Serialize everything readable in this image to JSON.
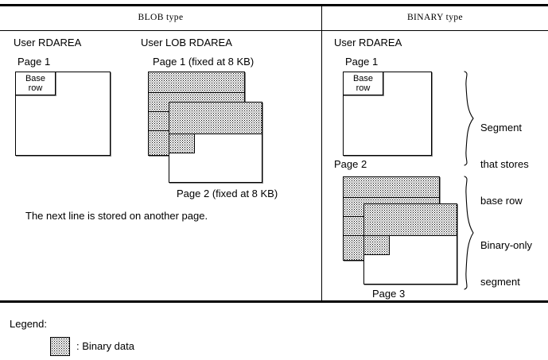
{
  "figure": {
    "columns": [
      {
        "id": "blob",
        "title": "BLOB type"
      },
      {
        "id": "binary",
        "title": "BINARY type"
      }
    ],
    "blob_column": {
      "areas": [
        {
          "id": "user-rdarea",
          "heading": "User RDAREA"
        },
        {
          "id": "user-lob-rdarea",
          "heading": "User LOB RDAREA"
        }
      ],
      "user_rdarea": {
        "page_label": "Page 1",
        "inner_box_label": "Base\nrow",
        "inner_box_line1": "Base",
        "inner_box_line2": "row"
      },
      "lob_rdarea": {
        "page1_label": "Page 1 (fixed at 8 KB)",
        "page2_label": "Page 2 (fixed at 8 KB)"
      },
      "note": "The next line is stored on another page."
    },
    "binary_column": {
      "area_heading": "User RDAREA",
      "page1_label": "Page 1",
      "page2_label": "Page 2",
      "page3_label": "Page 3",
      "base_row_line1": "Base",
      "base_row_line2": "row",
      "brace_top_label_line1": "Segment",
      "brace_top_label_line2": "that stores",
      "brace_top_label_line3": "base row",
      "brace_bottom_label_line1": "Binary-only",
      "brace_bottom_label_line2": "segment"
    },
    "legend": {
      "title": "Legend:",
      "entries": [
        {
          "swatch": "binary-data-pattern",
          "label": ": Binary data"
        }
      ],
      "binary_label": ": Binary data"
    },
    "colors": {
      "line": "#000000",
      "background": "#ffffff",
      "shadow": "#808080"
    }
  }
}
